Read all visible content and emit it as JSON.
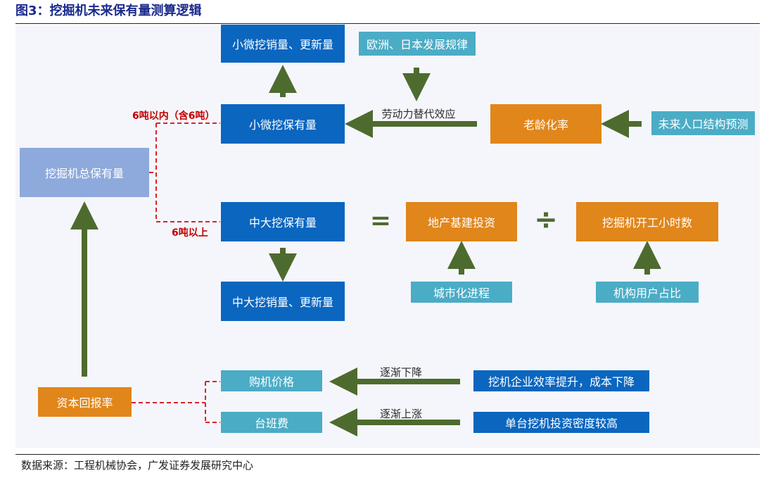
{
  "title": "图3：挖掘机未来保有量测算逻辑",
  "source": "数据来源：工程机械协会，广发证券发展研究中心",
  "colors": {
    "blue": "#0a66bf",
    "teal": "#4bacc6",
    "orange": "#e1861a",
    "lavender": "#8ea9db",
    "arrow_green": "#4e6b2f",
    "red_dash": "#d9242a"
  },
  "nodes": {
    "small_sales": "小微挖销量、更新量",
    "euro_japan": "欧洲、日本发展规律",
    "small_stock": "小微挖保有量",
    "aging": "老龄化率",
    "population": "未来人口结构预测",
    "total_stock": "挖掘机总保有量",
    "mid_stock": "中大挖保有量",
    "infra": "地产基建投资",
    "hours": "挖掘机开工小时数",
    "mid_sales": "中大挖销量、更新量",
    "urban": "城市化进程",
    "user_share": "机构用户占比",
    "roi": "资本回报率",
    "price": "购机价格",
    "rent": "台班费",
    "efficiency": "挖机企业效率提升，成本下降",
    "density": "单台挖机投资密度较高"
  },
  "labels": {
    "labor_substitution": "劳动力替代效应",
    "within_6t": "6吨以内（含6吨）",
    "above_6t": "6吨以上",
    "decline": "逐渐下降",
    "rise": "逐渐上涨",
    "equals": "=",
    "divide": "÷"
  }
}
